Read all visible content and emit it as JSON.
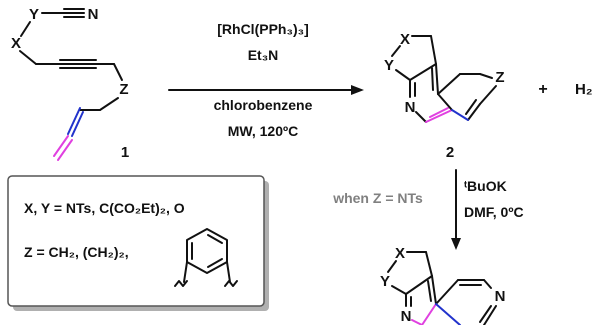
{
  "colors": {
    "ink": "#111111",
    "pink_bond": "#e040e0",
    "blue_bond": "#2233cc",
    "condition_gray": "#808080",
    "box_border": "#555555",
    "box_shadow": "#b0b0b0"
  },
  "atoms": {
    "Y": "Y",
    "X": "X",
    "N": "N",
    "Z": "Z"
  },
  "conditions": {
    "catalyst": "[RhCl(PPh₃)₃]",
    "base": "Et₃N",
    "solvent": "chlorobenzene",
    "heating": "MW, 120ºC",
    "second_base": "ᵗBuOK",
    "second_solvent": "DMF, 0ºC",
    "when": "when Z = NTs"
  },
  "compounds": {
    "start_label": "1",
    "product_label": "2",
    "plus": "+",
    "byproduct": "H₂"
  },
  "legend": {
    "xy_line": "X, Y = NTs, C(CO₂Et)₂, O",
    "z_line": "Z = CH₂, (CH₂)₂,"
  }
}
